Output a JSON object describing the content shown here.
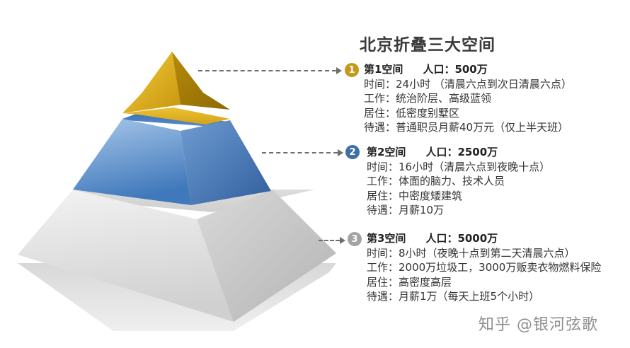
{
  "title": "北京折叠三大空间",
  "colors": {
    "gold": "#d6a619",
    "blue": "#4f86c4",
    "gray": "#d7d7d7",
    "badge1": "#c59a1c",
    "badge2": "#3f6fa6",
    "badge3": "#a3a3a3"
  },
  "spaces": [
    {
      "number": "1",
      "name": "第1空间",
      "population": "人口：500万",
      "time": "时间：24小时 （清晨六点到次日清晨六点）",
      "work": "工作：统治阶层、高级蓝领",
      "residence": "居住：低密度别墅区",
      "pay": "待遇：普通职员月薪40万元（仅上半天班）"
    },
    {
      "number": "2",
      "name": "第2空间",
      "population": "人口：2500万",
      "time": "时间：16小时（清晨六点到夜晚十点）",
      "work": "工作：体面的脑力、技术人员",
      "residence": "居住：中密度矮建筑",
      "pay": "待遇：月薪10万"
    },
    {
      "number": "3",
      "name": "第3空间",
      "population": "人口：5000万",
      "time": "时间：8小时（夜晚十点到第二天清晨六点）",
      "work": "工作：2000万垃圾工，3000万贩卖衣物燃料保险",
      "residence": "居住：高密度高层",
      "pay": "待遇：月薪1万（每天上班5个小时）"
    }
  ],
  "watermark": "知乎 @银河弦歌"
}
